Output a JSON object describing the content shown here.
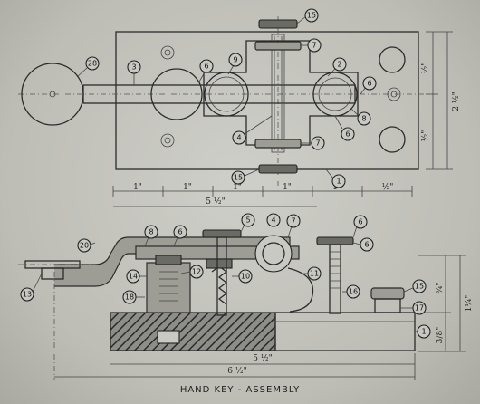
{
  "title": "HAND KEY - ASSEMBLY",
  "top_view": {
    "balloons": [
      {
        "id": "t15a",
        "label": "15"
      },
      {
        "id": "t7a",
        "label": "7"
      },
      {
        "id": "t28",
        "label": "28"
      },
      {
        "id": "t3",
        "label": "3"
      },
      {
        "id": "t6a",
        "label": "6"
      },
      {
        "id": "t9",
        "label": "9"
      },
      {
        "id": "t2",
        "label": "2"
      },
      {
        "id": "t4",
        "label": "4"
      },
      {
        "id": "t6b",
        "label": "6"
      },
      {
        "id": "t8",
        "label": "8"
      },
      {
        "id": "t6c",
        "label": "6"
      },
      {
        "id": "t7b",
        "label": "7"
      },
      {
        "id": "t15b",
        "label": "15"
      },
      {
        "id": "t1",
        "label": "1"
      }
    ],
    "dims": {
      "right_a": "½\"",
      "right_b": "½\"",
      "right_c": "2 ½\"",
      "row": [
        "1\"",
        "1\"",
        "1\"",
        "1\"",
        "1\"",
        "½\""
      ],
      "bottom": "5 ½\""
    }
  },
  "front_view": {
    "balloons": [
      {
        "id": "f8",
        "label": "8"
      },
      {
        "id": "f6a",
        "label": "6"
      },
      {
        "id": "f5",
        "label": "5"
      },
      {
        "id": "f4",
        "label": "4"
      },
      {
        "id": "f7",
        "label": "7"
      },
      {
        "id": "f6b",
        "label": "6"
      },
      {
        "id": "f6c",
        "label": "6"
      },
      {
        "id": "f20",
        "label": "20"
      },
      {
        "id": "f14",
        "label": "14"
      },
      {
        "id": "f12",
        "label": "12"
      },
      {
        "id": "f18",
        "label": "18"
      },
      {
        "id": "f10",
        "label": "10"
      },
      {
        "id": "f11",
        "label": "11"
      },
      {
        "id": "f13",
        "label": "13"
      },
      {
        "id": "f15",
        "label": "15"
      },
      {
        "id": "f17",
        "label": "17"
      },
      {
        "id": "f16",
        "label": "16"
      },
      {
        "id": "f1",
        "label": "1"
      }
    ],
    "dims": {
      "right_a": "¾\"",
      "right_b": "1¼\"",
      "right_c": "3/8\"",
      "bottom_a": "5 ½\"",
      "bottom_b": "6 ½\""
    }
  }
}
